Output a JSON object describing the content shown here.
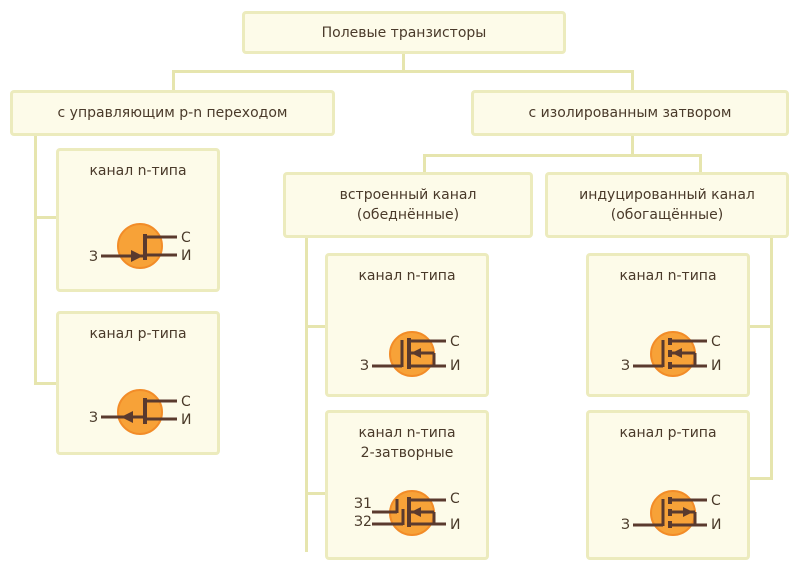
{
  "root": "Полевые транзисторы",
  "branch_left": "с управляющим p-n переходом",
  "branch_right": "с изолированным затвором",
  "sub_builtin": [
    "встроенный канал",
    "(обеднённые)"
  ],
  "sub_induced": [
    "индуцированный канал",
    "(обогащённые)"
  ],
  "leaves": {
    "jfet_n": "канал n-типа",
    "jfet_p": "канал p-типа",
    "builtin_n": "канал n-типа",
    "builtin_dual": [
      "канал n-типа",
      "2-затворные"
    ],
    "induced_n": "канал n-типа",
    "induced_p": "канал p-типа"
  },
  "terminals": {
    "gate": "З",
    "gate1": "З1",
    "gate2": "З2",
    "drain": "С",
    "source": "И"
  },
  "colors": {
    "box_fill": "#fdfbe9",
    "box_border": "#ecebbd",
    "connector": "#e6e5ae",
    "symbol_fill": "#f7a238",
    "symbol_stroke": "#5a3a2e"
  }
}
